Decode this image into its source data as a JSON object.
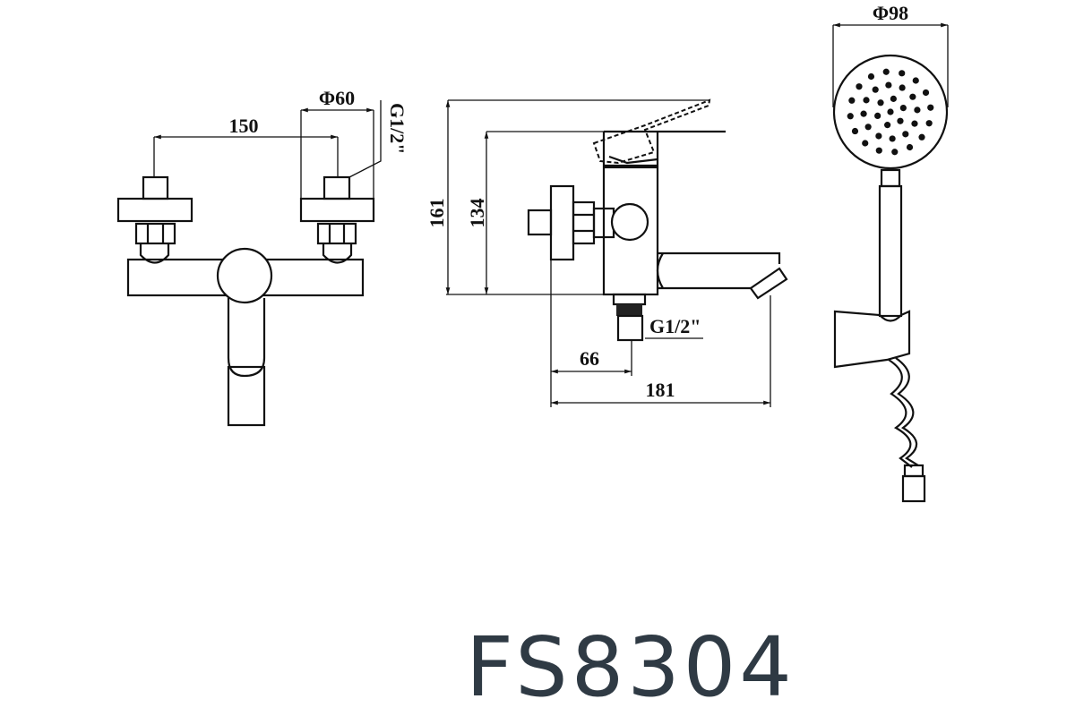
{
  "model": "FS8304",
  "front_view": {
    "spacing": "150",
    "flange_diameter": "Φ60",
    "inlet_thread": "G1/2\""
  },
  "side_view": {
    "overall_height": "161",
    "body_height": "134",
    "outlet_thread": "G1/2\"",
    "outlet_offset": "66",
    "spout_reach": "181"
  },
  "shower_head": {
    "diameter": "Φ98"
  },
  "colors": {
    "line": "#111111",
    "title": "#2f3a44"
  }
}
